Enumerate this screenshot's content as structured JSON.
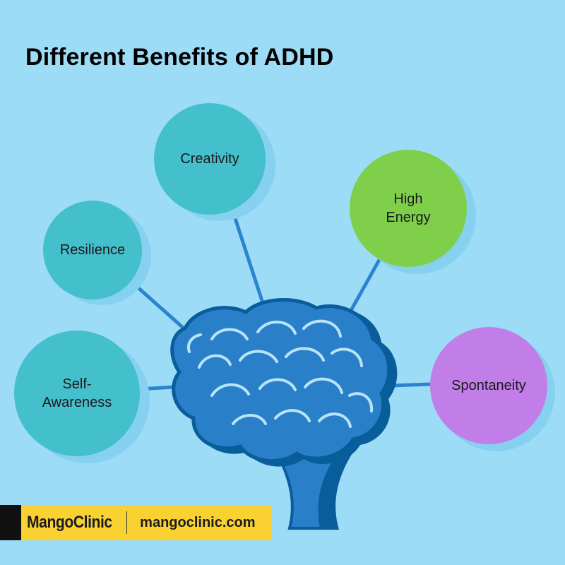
{
  "title": "Different Benefits of ADHD",
  "benefits": [
    {
      "label": "Creativity",
      "color": "#44bfcc"
    },
    {
      "label": "Resilience",
      "color": "#44bfcc"
    },
    {
      "label": "High\nEnergy",
      "color": "#7fcf4a"
    },
    {
      "label": "Self-\nAwareness",
      "color": "#44bfcc"
    },
    {
      "label": "Spontaneity",
      "color": "#c17ee8"
    }
  ],
  "central_icon": "brain-icon",
  "footer": {
    "brand_part1": "Mango",
    "brand_part2": "Clinic",
    "url": "mangoclinic.com"
  },
  "colors": {
    "background": "#9ddcf7",
    "teal": "#44bfcc",
    "green": "#7fcf4a",
    "purple": "#c17ee8",
    "connector": "#2b84cf",
    "brain_fill": "#2a7fc9",
    "brain_outline": "#0a5d9b",
    "footer_bg": "#f9d232"
  }
}
